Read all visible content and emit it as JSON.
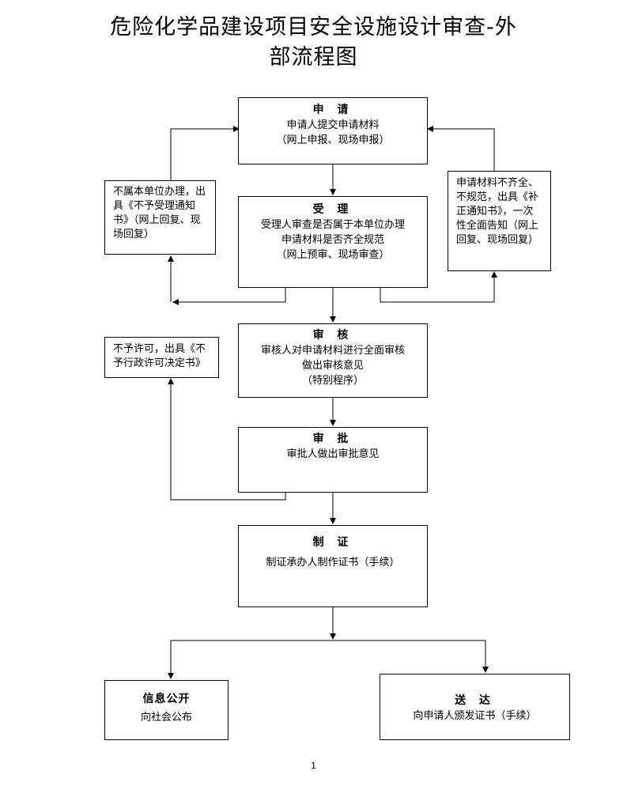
{
  "title": {
    "line1": "危险化学品建设项目安全设施设计审查-外",
    "line2": "部流程图"
  },
  "steps": {
    "apply": {
      "head": "申 请",
      "lines": [
        "申请人提交申请材料",
        "（网上申报、现场申报）"
      ]
    },
    "accept": {
      "head": "受 理",
      "lines": [
        "受理人审查是否属于本单位办理",
        "申请材料是否齐全规范",
        "（网上预审、现场审查）"
      ]
    },
    "review": {
      "head": "审 核",
      "lines": [
        "审核人对申请材料进行全面审核",
        "做出审核意见",
        "（特别程序）"
      ]
    },
    "approve": {
      "head": "审 批",
      "lines": [
        "审批人做出审批意见"
      ]
    },
    "issue": {
      "head": "制 证",
      "lines": [
        "制证承办人制作证书（手续）"
      ]
    },
    "publish": {
      "head": "信息公开",
      "lines": [
        "向社会公布"
      ]
    },
    "deliver": {
      "head": "送 达",
      "lines": [
        "向申请人颁发证书（手续）"
      ]
    }
  },
  "side_notes": {
    "not_this_unit": [
      "不属本单位办理，出",
      "具《不予受理通知",
      "书》（网上回复、现",
      "场回复）"
    ],
    "incomplete": [
      "申请材料不齐全、",
      "不规范，出具《补",
      "正通知书》，一次",
      "性全面告知（网上",
      "回复、现场回复）"
    ],
    "not_permitted": [
      "不予许可，出具《不",
      "予行政许可决定书》"
    ]
  },
  "page_number": "1"
}
